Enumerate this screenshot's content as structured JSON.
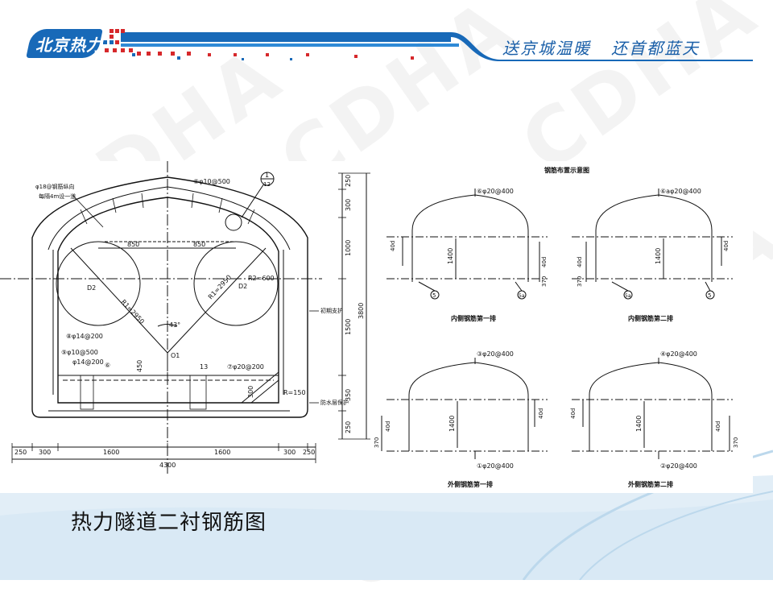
{
  "header": {
    "logo_text": "北京热力",
    "slogan": "送京城温暖   还首都蓝天"
  },
  "watermark": "CDHA",
  "caption": "热力隧道二衬钢筋图",
  "colors": {
    "brand_blue": "#1869b8",
    "accent_red": "#d6282b",
    "line_black": "#111111",
    "bottom_wave": "#bcd8ec"
  },
  "cross_section": {
    "rebar_top_label": "φ18@钢筋纵向",
    "rebar_top_label2": "每隔4m设一道",
    "tag_9_top": "⑨φ10@500",
    "dims_top": [
      "850",
      "850"
    ],
    "circle_labels": [
      "D2",
      "D2"
    ],
    "radius_1": "R1=2950",
    "radius_2": "R1=2950",
    "radius_3": "R2=600",
    "angle": "43°",
    "center": "O1",
    "tag_8": "⑧φ14@200",
    "tag_9_side": "⑨φ10@500",
    "tag_6": "φ14@200",
    "tag_6_num": "⑥",
    "dim_450": "450",
    "tag_13": "13",
    "tag_7": "⑦φ20@200",
    "dim_300": "300",
    "dim_r15": "R=150",
    "side_label_1": "初期支护",
    "side_label_2": "防水层保护",
    "callout_top": "1",
    "callout_bottom": "12",
    "right_dims": [
      "250",
      "300",
      "1000",
      "1500",
      "350",
      "250"
    ],
    "right_total": "3800",
    "bottom_dims": [
      "250",
      "300",
      "1600",
      "1600",
      "300",
      "250"
    ],
    "bottom_total": "4300"
  },
  "rebar_schematics": {
    "title": "钢筋布置示意图",
    "panels": [
      {
        "tag": "⑥φ20@400",
        "left_dims": [
          "40d"
        ],
        "mid_dim": "1400",
        "right_dims": [
          "40d",
          "370"
        ],
        "markers": [
          "5",
          "5a"
        ],
        "caption": "内侧钢筋第一排"
      },
      {
        "tag": "⑥aφ20@400",
        "left_dims": [
          "40d",
          "370"
        ],
        "mid_dim": "1400",
        "right_dims": [
          "40d"
        ],
        "markers": [
          "5a",
          "5"
        ],
        "caption": "内侧钢筋第二排"
      },
      {
        "tag": "③φ20@400",
        "bottom_tag": "①φ20@400",
        "left_dims": [
          "370",
          "40d"
        ],
        "mid_dim": "1400",
        "right_dims": [
          "40d"
        ],
        "caption": "外侧钢筋第一排"
      },
      {
        "tag": "④φ20@400",
        "bottom_tag": "②φ20@400",
        "left_dims": [
          "40d"
        ],
        "mid_dim": "1400",
        "right_dims": [
          "40d",
          "370"
        ],
        "caption": "外侧钢筋第二排"
      }
    ]
  }
}
